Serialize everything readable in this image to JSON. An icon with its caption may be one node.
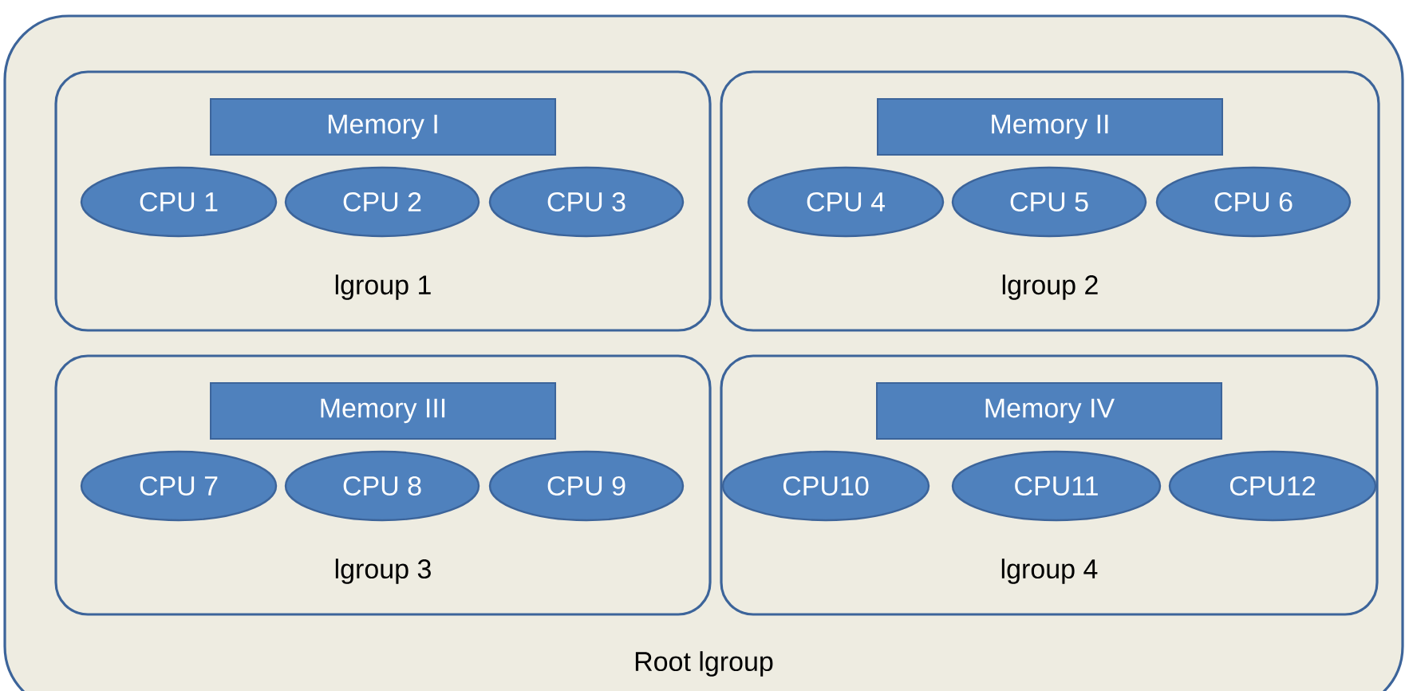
{
  "diagram": {
    "nodes": [
      {
        "text": [
          "Root lgroup"
        ]
      },
      {
        "text": [
          "lgroup 1"
        ],
        "in": 0
      },
      {
        "text": [
          "Memory I"
        ],
        "in": 1
      },
      {
        "text": [
          "CPU 1"
        ],
        "in": 1
      },
      {
        "text": [
          "CPU 2"
        ],
        "in": 1
      },
      {
        "text": [
          "CPU 3"
        ],
        "in": 1
      },
      {
        "text": [
          "lgroup 2"
        ],
        "in": 0
      },
      {
        "text": [
          "Memory II"
        ],
        "in": 6
      },
      {
        "text": [
          "CPU 4"
        ],
        "in": 6
      },
      {
        "text": [
          "CPU 5"
        ],
        "in": 6
      },
      {
        "text": [
          "CPU 6"
        ],
        "in": 6
      },
      {
        "text": [
          "lgroup 3"
        ],
        "in": 0
      },
      {
        "text": [
          "Memory III"
        ],
        "in": 11
      },
      {
        "text": [
          "CPU 7"
        ],
        "in": 11
      },
      {
        "text": [
          "CPU 8"
        ],
        "in": 11
      },
      {
        "text": [
          "CPU 9"
        ],
        "in": 11
      },
      {
        "text": [
          "lgroup 4"
        ],
        "in": 0
      },
      {
        "text": [
          "Memory IV"
        ],
        "in": 16
      },
      {
        "text": [
          "CPU10"
        ],
        "in": 16
      },
      {
        "text": [
          "CPU11"
        ],
        "in": 16
      },
      {
        "text": [
          "CPU12"
        ],
        "in": 16
      }
    ]
  }
}
